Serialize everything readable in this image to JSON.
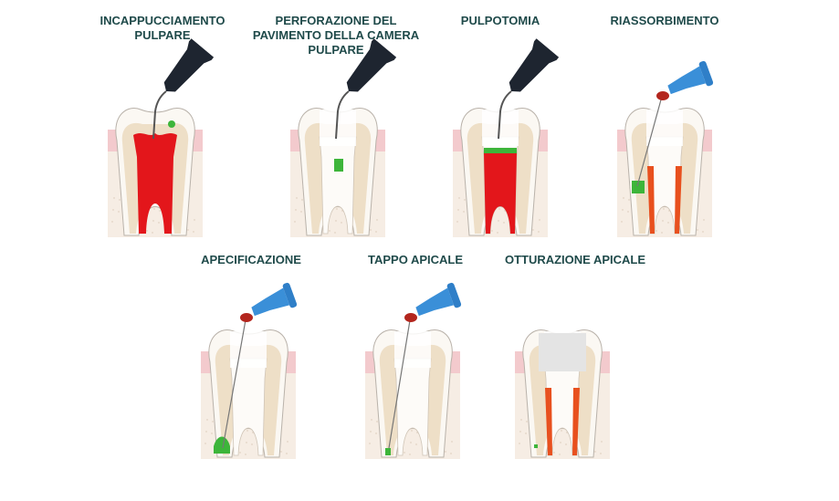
{
  "colors": {
    "label": "#1f4a4a",
    "pulp_red": "#e3161b",
    "filling_orange": "#e8501e",
    "mta_green": "#3db53a",
    "applicator_black": "#1e2530",
    "applicator_blue": "#3a8fd8"
  },
  "panels": [
    {
      "title": [
        "INCAPPUCCIAMENTO",
        "PULPARE"
      ],
      "applicator": "black-tip",
      "pulp": "red-full",
      "material": "coronal-cap"
    },
    {
      "title": [
        "PERFORAZIONE DEL",
        "PAVIMENTO DELLA CAMERA",
        "PULPARE"
      ],
      "applicator": "black-tip",
      "pulp": "none",
      "material": "floor-perforation"
    },
    {
      "title": [
        "PULPOTOMIA"
      ],
      "applicator": "black-tip",
      "pulp": "red-roots",
      "material": "pulpotomy-band"
    },
    {
      "title": [
        "RIASSORBIMENTO"
      ],
      "applicator": "blue-tip",
      "pulp": "orange-roots",
      "material": "resorption-patch"
    },
    {
      "title": [
        "APECIFICAZIONE"
      ],
      "applicator": "blue-tip",
      "pulp": "none",
      "material": "apical-blob"
    },
    {
      "title": [
        "TAPPO APICALE"
      ],
      "applicator": "blue-tip",
      "pulp": "none",
      "material": "apical-plug"
    },
    {
      "title": [
        "OTTURAZIONE APICALE"
      ],
      "applicator": "none",
      "pulp": "orange-roots-crown",
      "material": "apical-seal"
    }
  ]
}
